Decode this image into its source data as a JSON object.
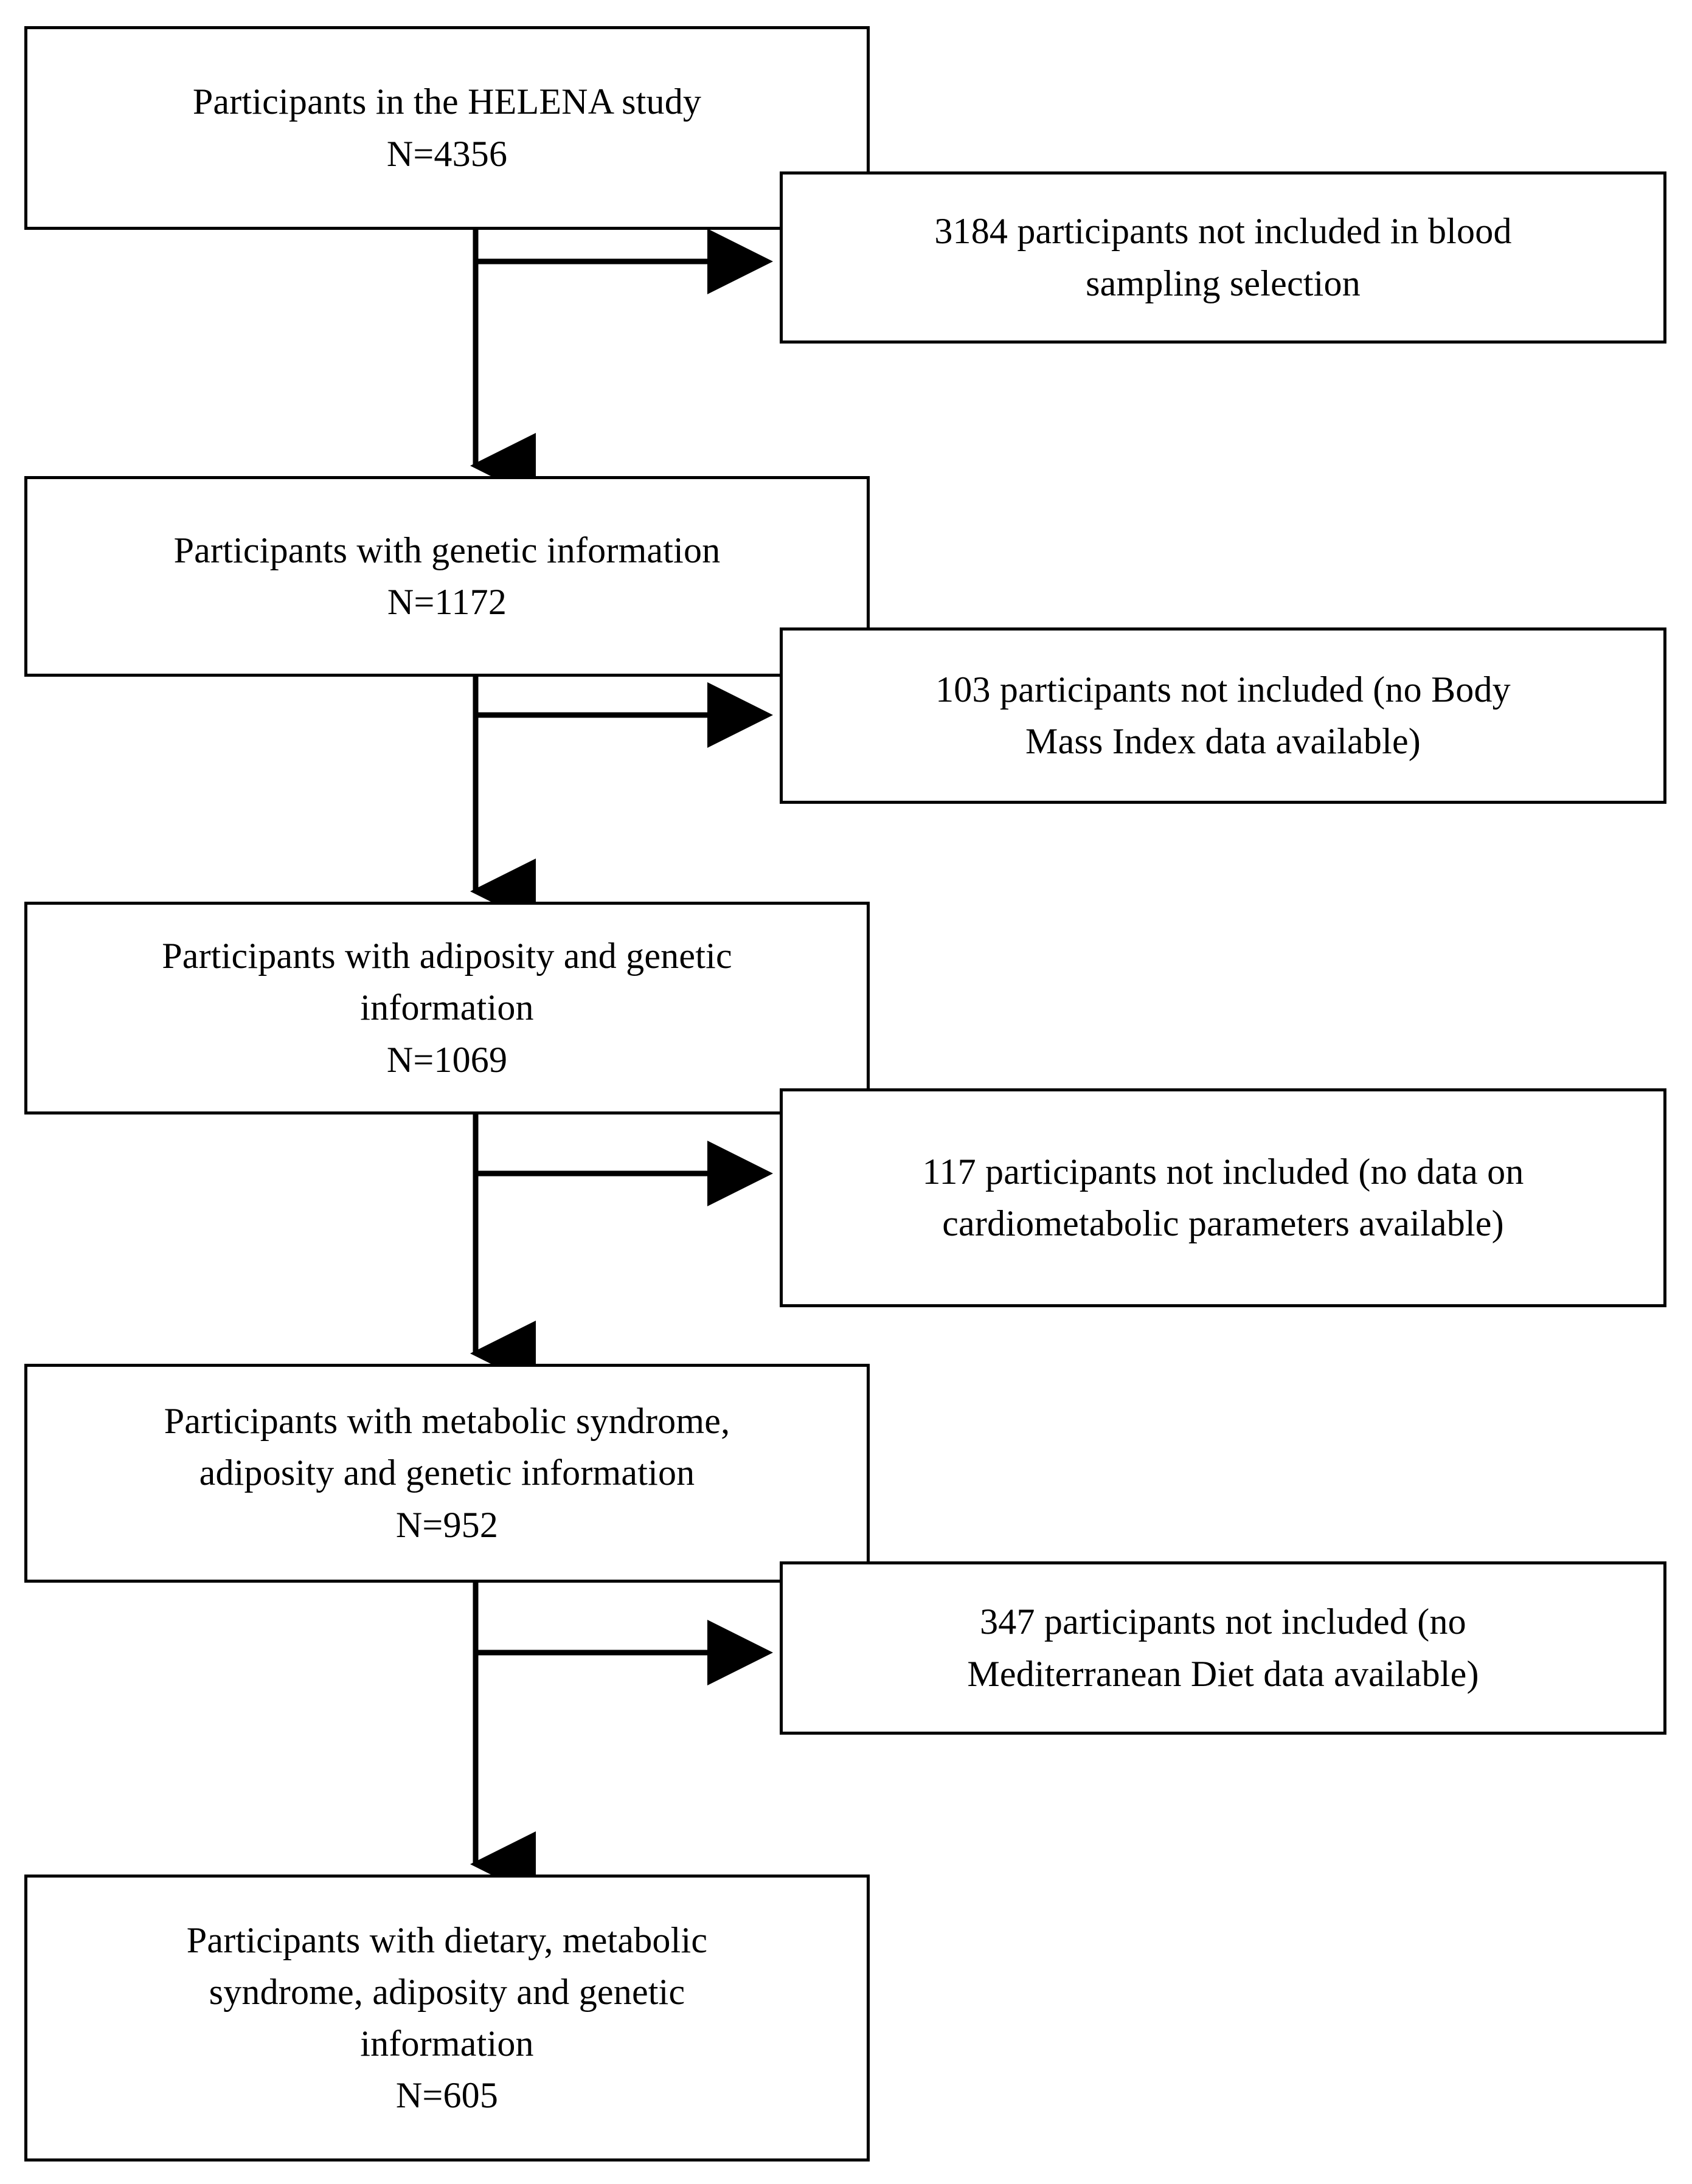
{
  "figure": {
    "type": "participant-flow-diagram",
    "colors": {
      "line": "#000000",
      "text": "#000000",
      "background": "#ffffff"
    }
  },
  "nodes": [
    {
      "id": "node-1",
      "role": "included",
      "lines": [
        "Participants in the HELENA study",
        "N=4356"
      ],
      "n_label": "N=4356",
      "n_value": 4356
    },
    {
      "id": "node-2",
      "role": "included",
      "lines": [
        "Participants with genetic information",
        "N=1172"
      ],
      "n_label": "N=1172",
      "n_value": 1172
    },
    {
      "id": "node-3",
      "role": "included",
      "lines": [
        "Participants with adiposity and genetic",
        "information",
        "N=1069"
      ],
      "n_label": "N=1069",
      "n_value": 1069
    },
    {
      "id": "node-4",
      "role": "included",
      "lines": [
        "Participants with metabolic syndrome,",
        "adiposity and genetic information",
        "N=952"
      ],
      "n_label": "N=952",
      "n_value": 952
    },
    {
      "id": "node-5",
      "role": "included",
      "lines": [
        "Participants with dietary, metabolic",
        "syndrome, adiposity and genetic",
        "information",
        "N=605"
      ],
      "n_label": "N=605",
      "n_value": 605
    }
  ],
  "exclusions": [
    {
      "id": "excl-1",
      "role": "excluded",
      "lines": [
        "3184 participants not included in blood",
        "sampling selection"
      ],
      "count": 3184,
      "reason": "not included in blood sampling selection"
    },
    {
      "id": "excl-2",
      "role": "excluded",
      "lines": [
        "103 participants not included (no Body",
        "Mass Index data available)"
      ],
      "count": 103,
      "reason": "no Body Mass Index data available"
    },
    {
      "id": "excl-3",
      "role": "excluded",
      "lines": [
        "117 participants not included (no data on",
        "cardiometabolic parameters available)"
      ],
      "count": 117,
      "reason": "no data on cardiometabolic parameters available"
    },
    {
      "id": "excl-4",
      "role": "excluded",
      "lines": [
        "347 participants not included (no",
        "Mediterranean Diet data available)"
      ],
      "count": 347,
      "reason": "no Mediterranean Diet data available"
    }
  ]
}
